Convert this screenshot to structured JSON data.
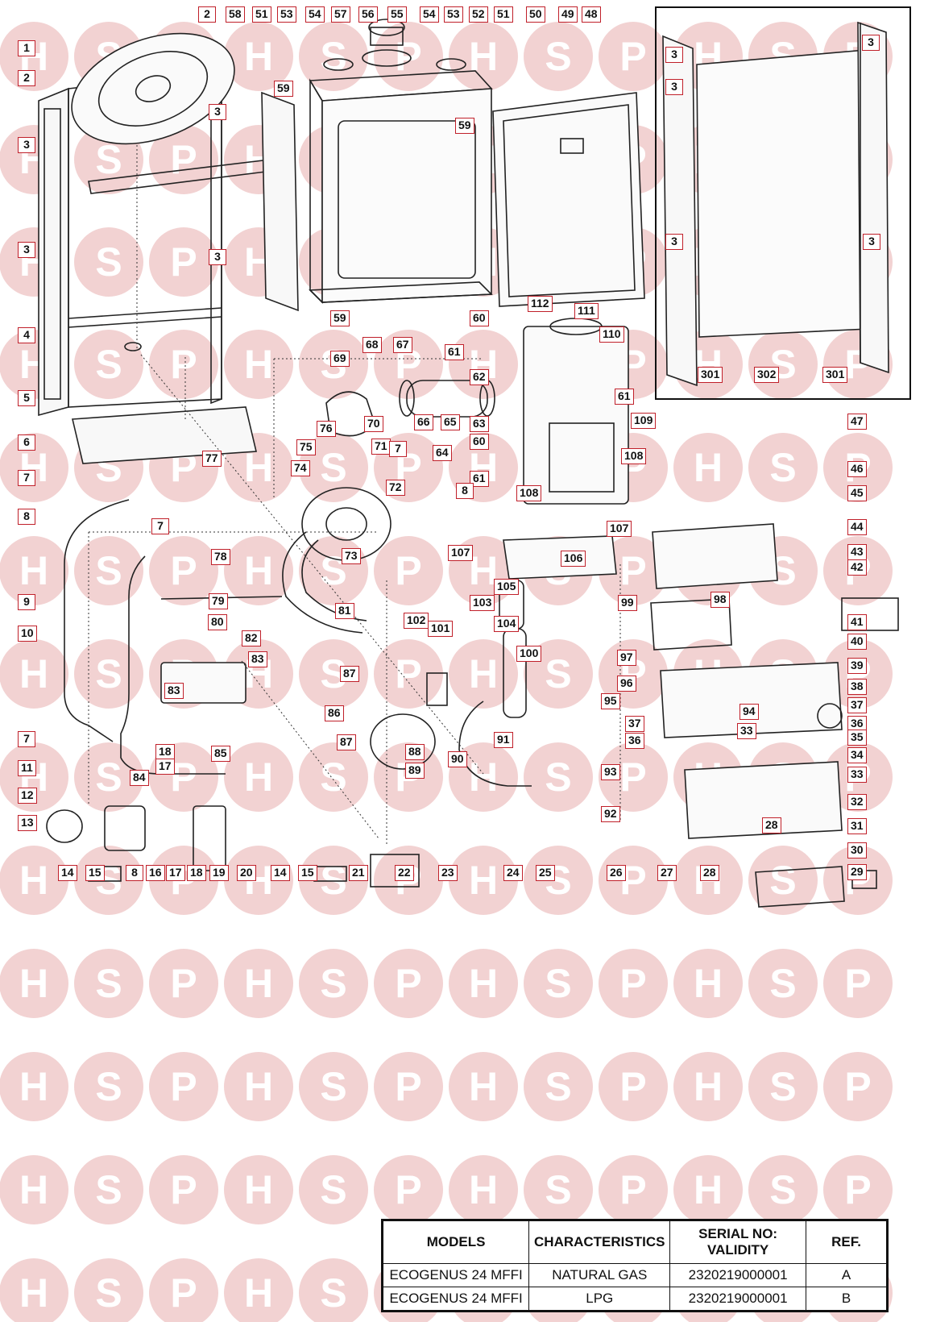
{
  "watermark": {
    "letters": [
      "H",
      "S",
      "P"
    ],
    "circle_color": "#f2d2d2",
    "letter_color": "#ffffff"
  },
  "diagram": {
    "callout_border_color": "#c0202a",
    "callouts": [
      "1",
      "2",
      "3",
      "2",
      "58",
      "51",
      "53",
      "54",
      "57",
      "56",
      "55",
      "54",
      "53",
      "52",
      "51",
      "50",
      "49",
      "48",
      "3",
      "3",
      "59",
      "3",
      "3",
      "3",
      "3",
      "3",
      "59",
      "3",
      "59",
      "112",
      "111",
      "60",
      "110",
      "4",
      "69",
      "68",
      "67",
      "61",
      "62",
      "61",
      "109",
      "5",
      "66",
      "65",
      "63",
      "47",
      "76",
      "70",
      "6",
      "60",
      "71",
      "108",
      "77",
      "75",
      "7",
      "64",
      "74",
      "46",
      "61",
      "45",
      "7",
      "8",
      "72",
      "108",
      "44",
      "8",
      "107",
      "7",
      "73",
      "107",
      "106",
      "43",
      "42",
      "78",
      "105",
      "103",
      "99",
      "79",
      "102",
      "98",
      "41",
      "80",
      "104",
      "101",
      "81",
      "9",
      "40",
      "10",
      "82",
      "100",
      "83",
      "39",
      "97",
      "96",
      "87",
      "83",
      "38",
      "86",
      "37",
      "94",
      "95",
      "91",
      "36",
      "37",
      "7",
      "33",
      "35",
      "36",
      "18",
      "34",
      "85",
      "87",
      "88",
      "11",
      "17",
      "90",
      "93",
      "33",
      "89",
      "84",
      "12",
      "32",
      "92",
      "31",
      "13",
      "28",
      "30",
      "29",
      "14",
      "15",
      "8",
      "16",
      "17",
      "18",
      "19",
      "20",
      "14",
      "15",
      "21",
      "22",
      "23",
      "24",
      "25",
      "26",
      "27",
      "28",
      "301",
      "302",
      "301"
    ]
  },
  "models_table": {
    "headers": [
      "MODELS",
      "CHARACTERISTICS",
      "SERIAL NO: VALIDITY",
      "REF."
    ],
    "rows": [
      [
        "ECOGENUS 24 MFFI",
        "NATURAL GAS",
        "2320219000001",
        "A"
      ],
      [
        "ECOGENUS 24 MFFI",
        "LPG",
        "2320219000001",
        "B"
      ]
    ]
  }
}
